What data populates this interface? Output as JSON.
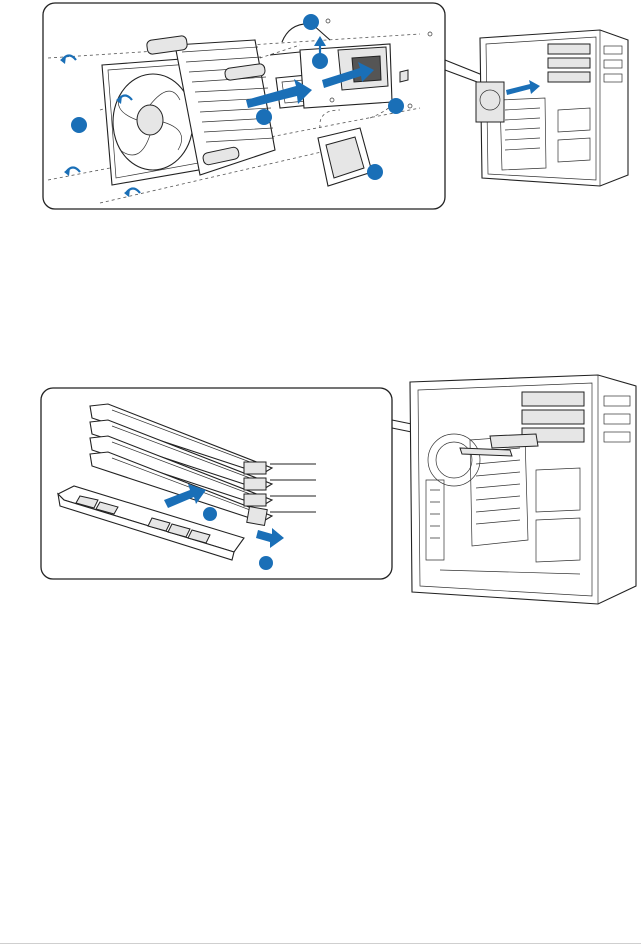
{
  "figures": [
    {
      "name": "cpu-heatsink-installation",
      "step_markers": [
        "1",
        "2",
        "3",
        "4",
        "5"
      ],
      "palette": {
        "accent": "#1a6fb7",
        "line": "#222222"
      }
    },
    {
      "name": "dimm-memory-installation",
      "step_markers": [
        "1",
        "2"
      ],
      "palette": {
        "accent": "#1a6fb7",
        "line": "#222222"
      }
    }
  ]
}
